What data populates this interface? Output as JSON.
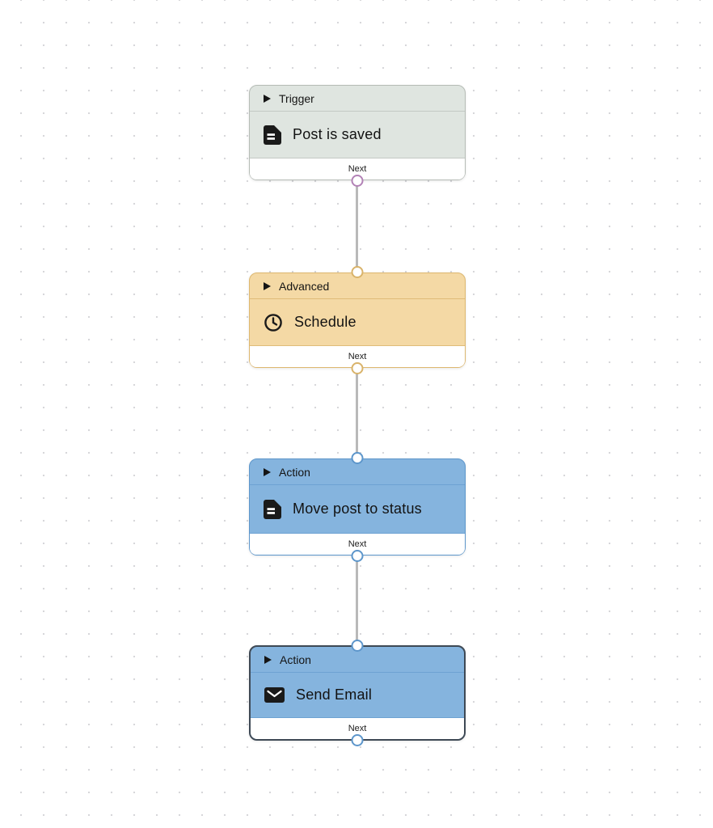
{
  "canvas": {
    "dot_color": "#d7d7da",
    "edge_color": "#b9b9b9",
    "edges": [
      {
        "from": "Post is saved",
        "to": "Schedule"
      },
      {
        "from": "Schedule",
        "to": "Move post to status"
      },
      {
        "from": "Move post to status",
        "to": "Send Email"
      }
    ]
  },
  "nodes": [
    {
      "category": "Trigger",
      "title": "Post is saved",
      "icon": "document-icon",
      "footer_label": "Next",
      "selected": false,
      "colors": {
        "bg": "#dfe5e0",
        "border": "#b6bcb6",
        "divider": "#c3c9c3",
        "port": "#b282b6"
      }
    },
    {
      "category": "Advanced",
      "title": "Schedule",
      "icon": "clock-icon",
      "footer_label": "Next",
      "selected": false,
      "colors": {
        "bg": "#f4d9a5",
        "border": "#ddb76f",
        "divider": "#dfbc79",
        "port": "#d9b36a"
      }
    },
    {
      "category": "Action",
      "title": "Move post to status",
      "icon": "document-icon",
      "footer_label": "Next",
      "selected": false,
      "colors": {
        "bg": "#85b4de",
        "border": "#5d96cb",
        "divider": "#6da2d2",
        "port": "#5d96cb"
      }
    },
    {
      "category": "Action",
      "title": "Send Email",
      "icon": "envelope-icon",
      "footer_label": "Next",
      "selected": true,
      "colors": {
        "bg": "#85b4de",
        "border": "#3e4955",
        "divider": "#6da2d2",
        "port": "#5d96cb"
      }
    }
  ]
}
